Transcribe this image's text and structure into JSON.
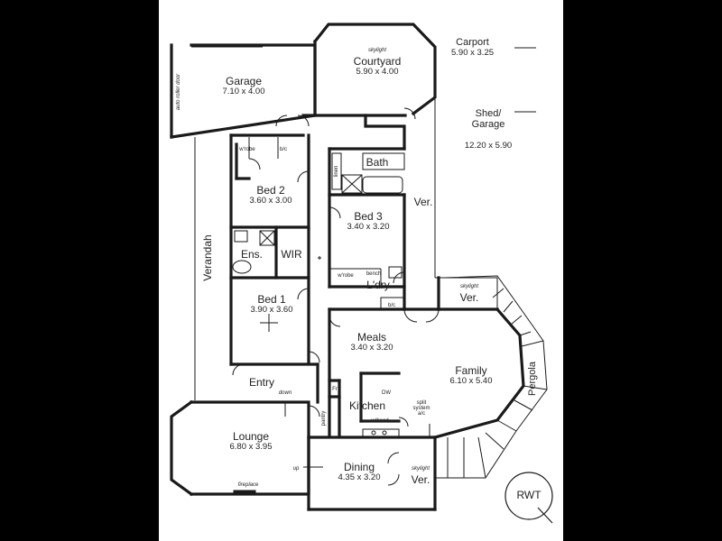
{
  "rooms": {
    "garage": {
      "name": "Garage",
      "size": "7.10 x 4.00"
    },
    "courtyard": {
      "name": "Courtyard",
      "size": "5.90 x 4.00",
      "note": "skylight"
    },
    "carport": {
      "name": "Carport",
      "size": "5.90 x 3.25"
    },
    "shed": {
      "name": "Shed/\nGarage",
      "size": "12.20 x 5.90"
    },
    "bath": {
      "name": "Bath"
    },
    "bed2": {
      "name": "Bed 2",
      "size": "3.60 x 3.00"
    },
    "bed3": {
      "name": "Bed 3",
      "size": "3.40 x 3.20"
    },
    "ens": {
      "name": "Ens."
    },
    "wir": {
      "name": "WIR"
    },
    "bed1": {
      "name": "Bed 1",
      "size": "3.90 x 3.60"
    },
    "ldry": {
      "name": "L'dry"
    },
    "ver_top": {
      "name": "Ver."
    },
    "ver_mid": {
      "name": "Ver.",
      "note": "skylight"
    },
    "ver_bot": {
      "name": "Ver.",
      "note": "skylight"
    },
    "verandah": {
      "name": "Verandah"
    },
    "meals": {
      "name": "Meals",
      "size": "3.40 x 3.20"
    },
    "family": {
      "name": "Family",
      "size": "6.10 x 5.40"
    },
    "pergola": {
      "name": "Pergola"
    },
    "entry": {
      "name": "Entry"
    },
    "kitchen": {
      "name": "Kitchen"
    },
    "lounge": {
      "name": "Lounge",
      "size": "6.80 x 3.95"
    },
    "dining": {
      "name": "Dining",
      "size": "4.35 x 3.20"
    }
  },
  "notes": {
    "roller_door": "auto roller door",
    "wrobe1": "w'robe",
    "blc1": "b/c",
    "linen": "linen",
    "wrobe2": "w'robe",
    "bench": "bench",
    "blc2": "b/c",
    "down": "down",
    "up": "up",
    "pantry": "pantry",
    "dw": "DW",
    "whood": "w/hood",
    "split": "split\nsystem\na/c",
    "fireplace": "fireplace",
    "fr": "Fr"
  },
  "logo": "RWT"
}
